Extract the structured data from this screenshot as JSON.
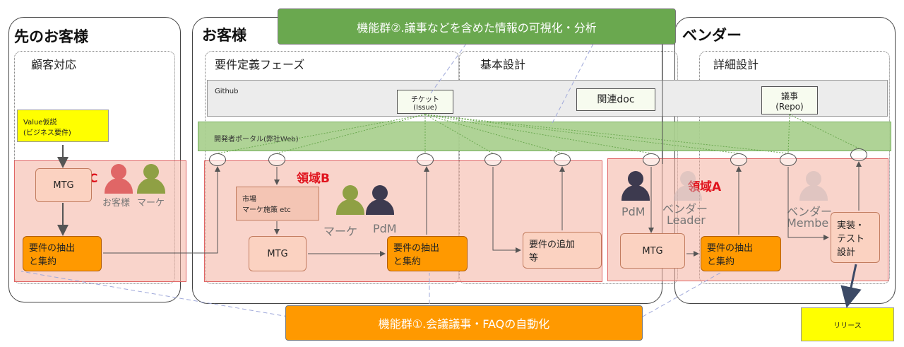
{
  "panels": {
    "prev_customer": "先のお客様",
    "customer": "お客様",
    "vendor": "ベンダー"
  },
  "phases": {
    "customer_support": "顧客対応",
    "requirements": "要件定義フェーズ",
    "basic_design": "基本設計",
    "detailed_design": "詳細設計"
  },
  "bands": {
    "github": "Github",
    "portal": "開発者ポータル(弊社Web)"
  },
  "docs": {
    "ticket": [
      "チケット",
      "(Issue)"
    ],
    "related_doc": "関連doc",
    "minutes": [
      "議事",
      "(Repo)"
    ]
  },
  "regions": {
    "c": "領域C",
    "b": "領域B",
    "a": "領域A"
  },
  "boxes": {
    "value_hypothesis": [
      "Value仮説",
      "(ビジネス要件)"
    ],
    "mtg": "MTG",
    "extract": [
      "要件の抽出",
      "と集約"
    ],
    "market": [
      "市場",
      "マーケ施策 etc"
    ],
    "add_req": [
      "要件の追加",
      "等"
    ],
    "impl": [
      "実装・",
      "テスト",
      "設計"
    ],
    "release": "リリース"
  },
  "people": {
    "customer": "お客様",
    "marketing": "マーケ",
    "pdm": "PdM",
    "vendor_leader": [
      "ベンダー",
      "Leader"
    ],
    "vendor_member": [
      "ベンダー",
      "Membe"
    ]
  },
  "banners": {
    "group2": "機能群②.議事などを含めた情報の可視化・分析",
    "group1": "機能群①.会議議事・FAQの自動化"
  },
  "colors": {
    "accent_green": "#6aa84f",
    "accent_orange": "#ff9900",
    "region_red": "#e06666",
    "release_yellow": "#ffff00"
  }
}
